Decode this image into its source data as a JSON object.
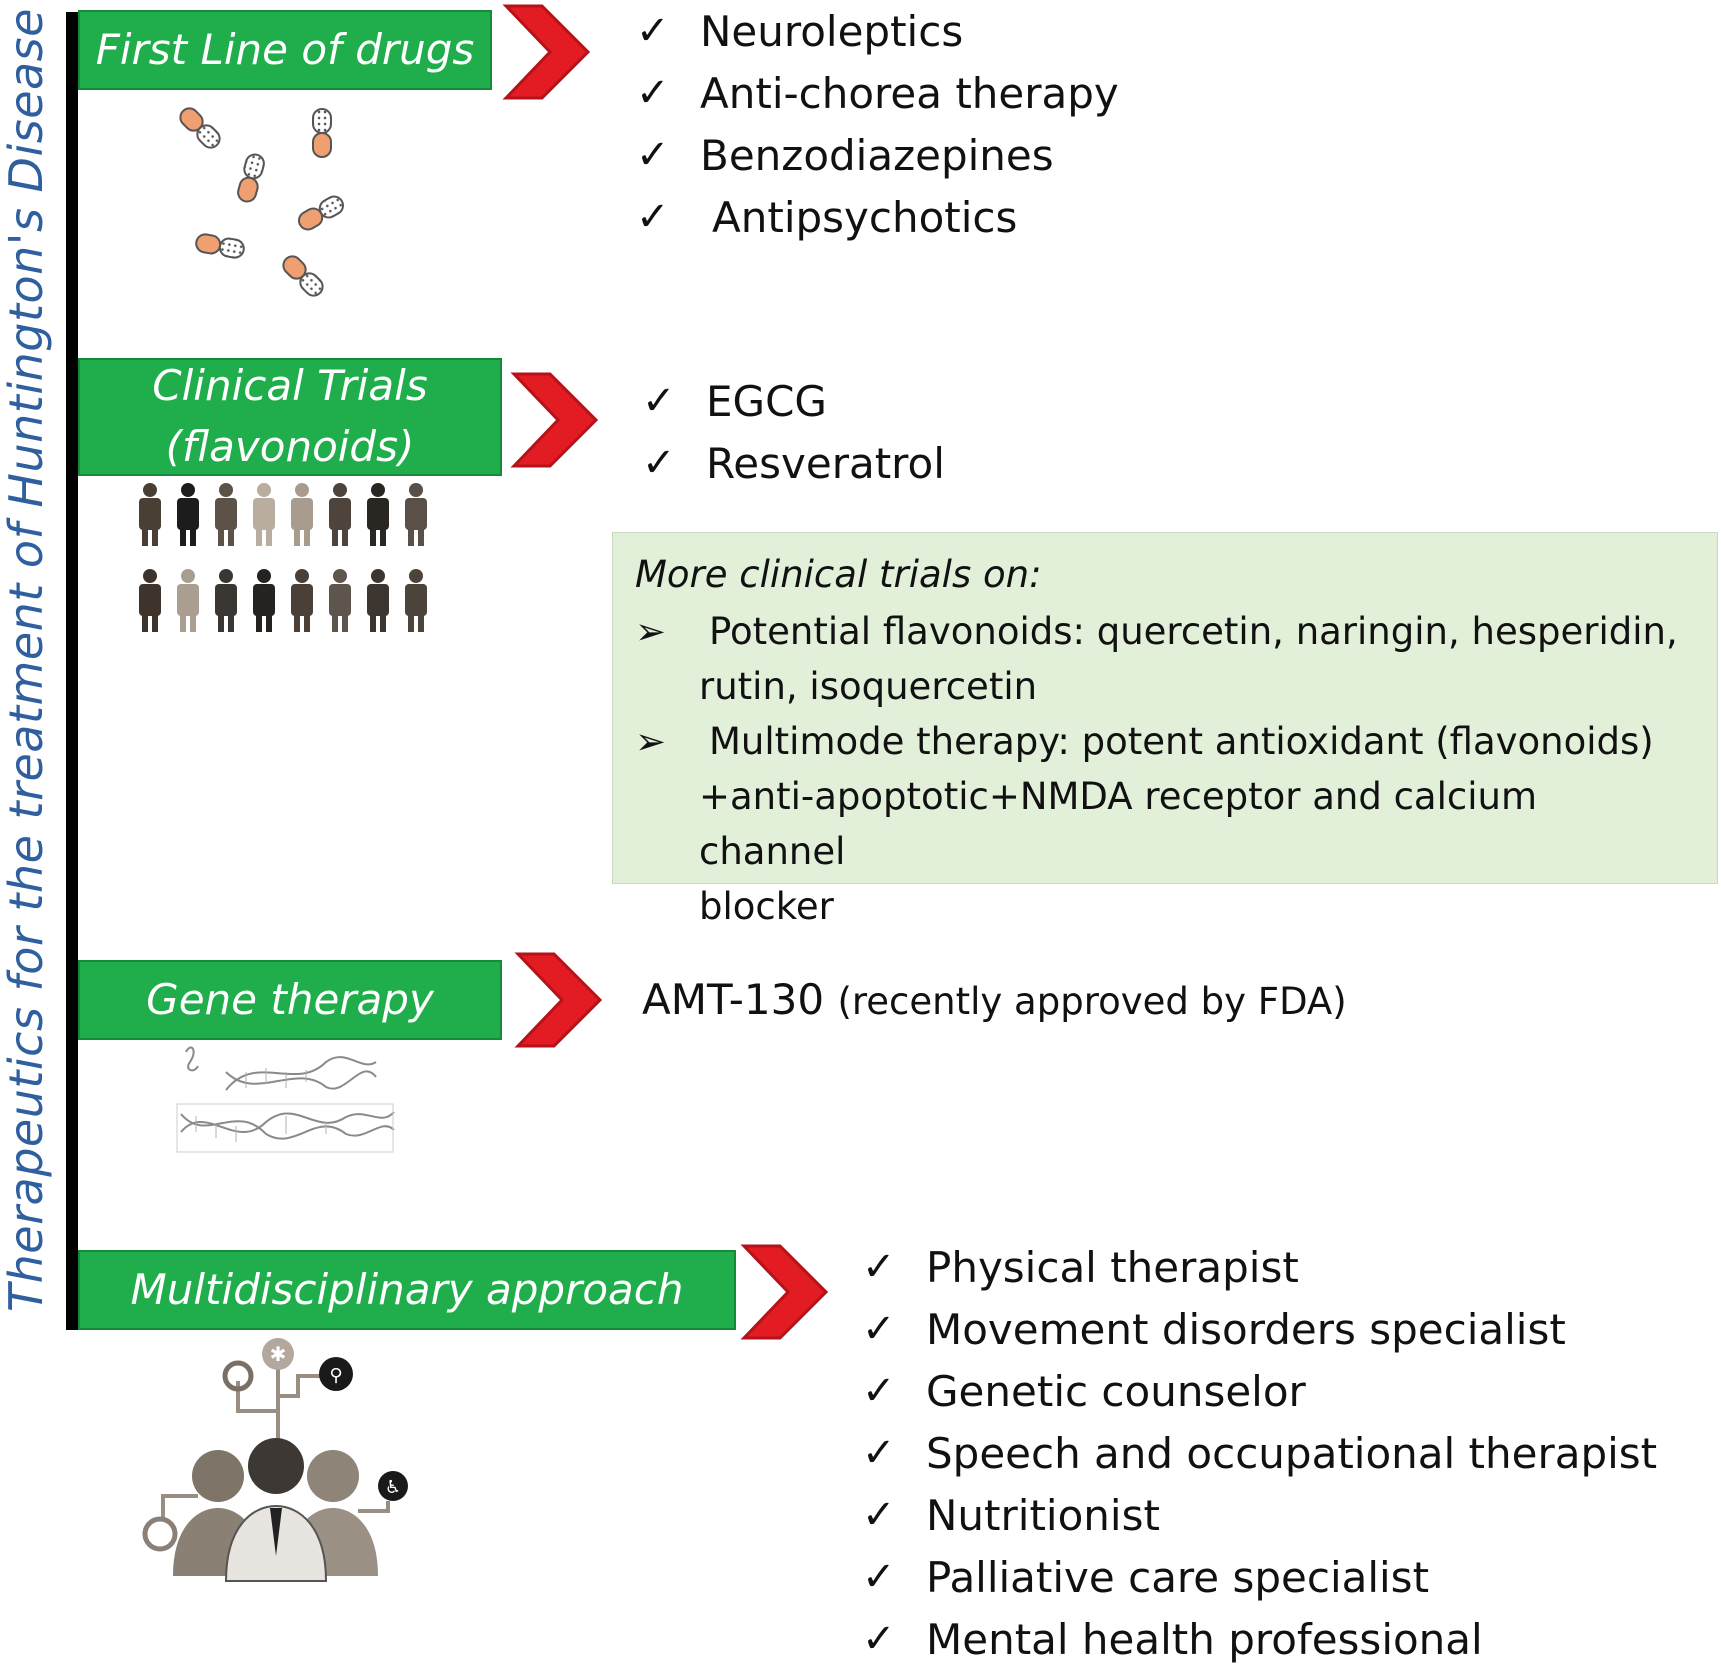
{
  "side_title": "Therapeutics for the treatment of Huntington's Disease",
  "colors": {
    "green": "#1fae4b",
    "chevron": "#e31b23",
    "title_blue": "#2f5f9e",
    "panel": "#e2efd9"
  },
  "first_line": {
    "label": "First Line of drugs",
    "icon": "pills-icon",
    "items": [
      "Neuroleptics",
      "Anti-chorea therapy",
      "Benzodiazepines",
      "Antipsychotics"
    ]
  },
  "clinical_trials": {
    "label_line1": "Clinical Trials",
    "label_line2": "(flavonoids)",
    "icon": "people-icon",
    "items": [
      "EGCG",
      "Resveratrol"
    ],
    "more": {
      "title": "More clinical trials on:",
      "bullets": [
        {
          "line1": "Potential flavonoids: quercetin, naringin, hesperidin,",
          "line2": "rutin, isoquercetin",
          "line3": ""
        },
        {
          "line1": "Multimode therapy: potent antioxidant (flavonoids)",
          "line2": "+anti-apoptotic+NMDA receptor and calcium channel",
          "line3": "blocker"
        }
      ]
    }
  },
  "gene_therapy": {
    "label": "Gene therapy",
    "icon": "dna-icon",
    "drug": "AMT-130",
    "note": "(recently approved by FDA)"
  },
  "multidisciplinary": {
    "label": "Multidisciplinary approach",
    "icon": "medical-team-icon",
    "items": [
      "Physical therapist",
      "Movement disorders specialist",
      "Genetic counselor",
      "Speech and occupational therapist",
      "Nutritionist",
      "Palliative care specialist",
      "Mental health professional"
    ]
  },
  "check_mark": "✓",
  "bullet_mark": "➢"
}
